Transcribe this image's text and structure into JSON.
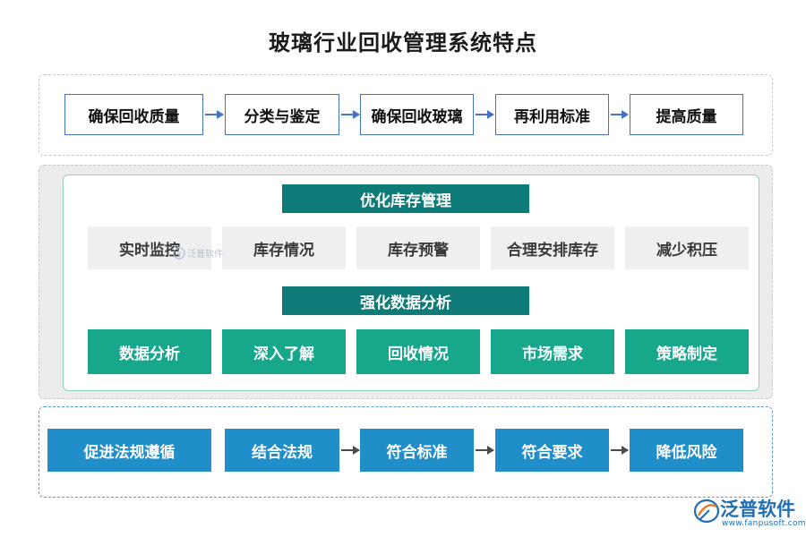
{
  "title": "玻璃行业回收管理系统特点",
  "row1": [
    "确保回收质量",
    "分类与鉴定",
    "确保回收玻璃",
    "再利用标准",
    "提高质量"
  ],
  "section2": {
    "header1": "优化库存管理",
    "row1": [
      "实时监控",
      "库存情况",
      "库存预警",
      "合理安排库存",
      "减少积压"
    ],
    "header2": "强化数据分析",
    "row2": [
      "数据分析",
      "深入了解",
      "回收情况",
      "市场需求",
      "策略制定"
    ]
  },
  "row3": [
    "促进法规遵循",
    "结合法规",
    "符合标准",
    "符合要求",
    "降低风险"
  ],
  "watermark": "泛普软件",
  "logo": {
    "text": "泛普软件",
    "url": "www.fanpusoft.com"
  },
  "colors": {
    "outline_border": "#4472c4",
    "grey_box": "#efefef",
    "green_box": "#17a88c",
    "header_box": "#0f7b78",
    "blue_box": "#1f8ec9",
    "brand": "#1f6fb5"
  }
}
